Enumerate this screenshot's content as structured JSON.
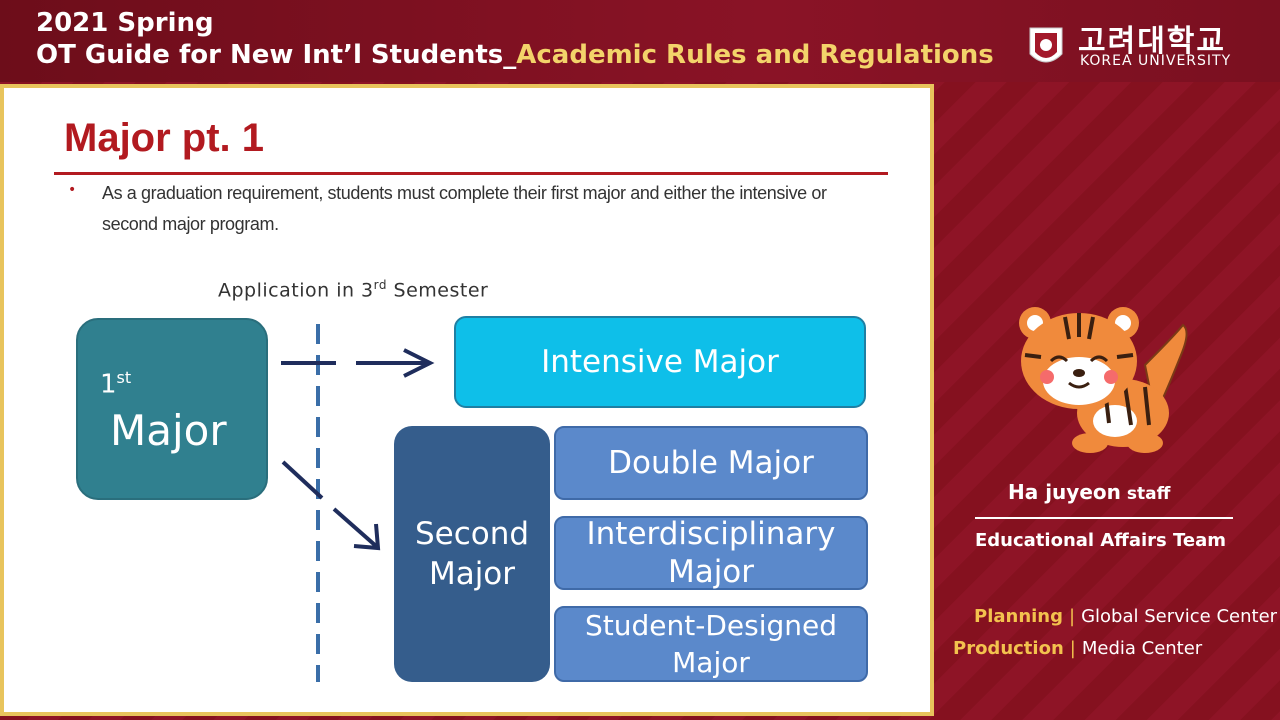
{
  "header": {
    "line1": "2021 Spring",
    "line2_prefix": "OT Guide for New Int’l Students_",
    "line2_highlight": "Academic Rules and Regulations",
    "university_korean": "고려대학교",
    "university_english": "KOREA UNIVERSITY",
    "logo_text": "KOREA UNIVERSITY"
  },
  "slide": {
    "title": "Major pt. 1",
    "bullet": "•",
    "bullet_text": "As a graduation requirement, students must complete their first major and either the intensive or second major program.",
    "application_label_pre": "Application in 3",
    "application_label_sup": "rd",
    "application_label_post": " Semester",
    "first_major_ordinal": "1",
    "first_major_ordinal_sup": "st",
    "first_major_label": "Major",
    "intensive": "Intensive Major",
    "second_major": "Second Major",
    "double": "Double Major",
    "interdisciplinary": "Interdisciplinary Major",
    "student_designed": "Student-Designed Major"
  },
  "presenter": {
    "name": "Ha juyeon",
    "role": "staff",
    "team": "Educational Affairs Team"
  },
  "credits": [
    {
      "key": "Planning",
      "sep": "|",
      "value": "Global Service Center"
    },
    {
      "key": "Production",
      "sep": "|",
      "value": "Media Center"
    }
  ],
  "colors": {
    "title_red": "#b21a20",
    "highlight_gold": "#f3d36a",
    "first_major": "#30808f",
    "intensive": "#0ebfe9",
    "second_major": "#355d8c",
    "sub_major": "#5b89cb",
    "arrow": "#1f2d5c"
  }
}
